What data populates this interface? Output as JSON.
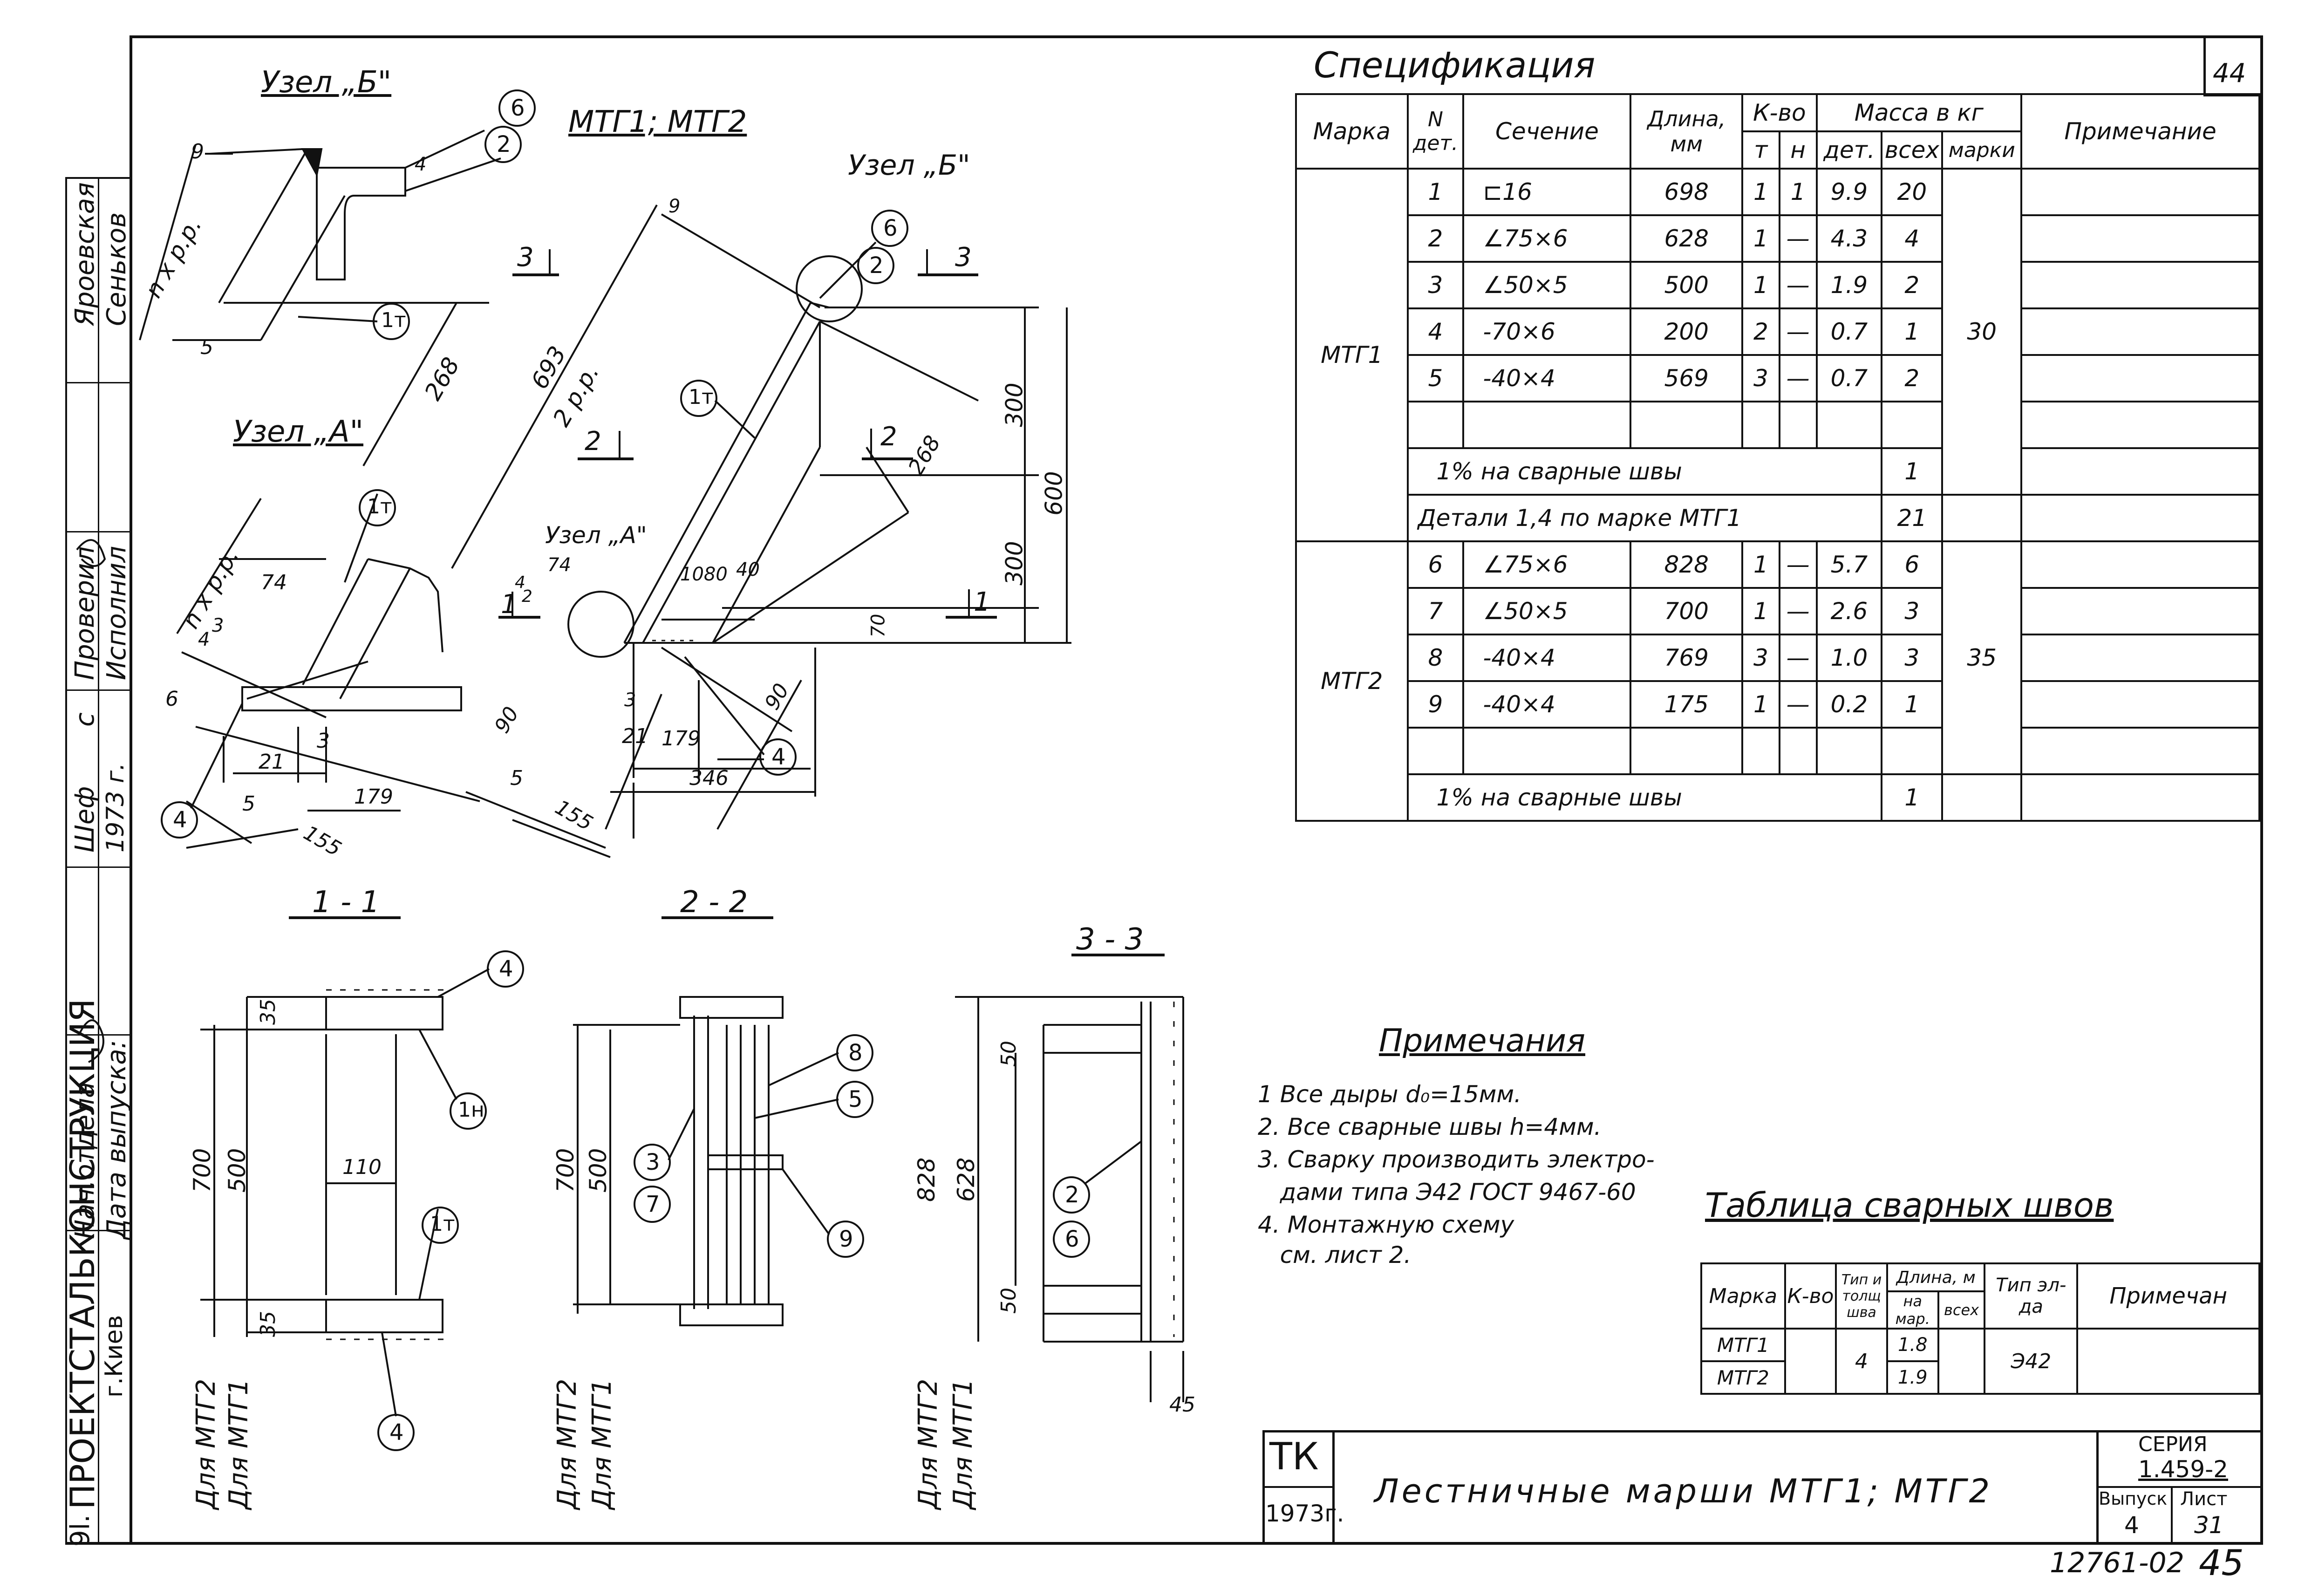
{
  "sheet": {
    "page_number": "44",
    "stamp_number": "12761-02",
    "stamp_page": "45"
  },
  "drawing": {
    "main_title": "МТГ1; МТГ2",
    "node_b_title": "Узел „Б\"",
    "node_a_title": "Узел „А\"",
    "node_b_label_main": "Узел „Б\"",
    "node_a_label_main": "Узел „А\"",
    "section_1_1": "1 - 1",
    "section_2_2": "2 - 2",
    "section_3_3": "3 - 3",
    "markers": [
      "1",
      "2",
      "3"
    ],
    "callouts": [
      "6",
      "2",
      "1т",
      "4",
      "1н",
      "8",
      "5",
      "3",
      "7",
      "9"
    ],
    "dims_node_b": [
      "9",
      "n x p.p.",
      "5",
      "268",
      "4"
    ],
    "dims_node_a": [
      "n x p.p.",
      "74",
      "4",
      "3",
      "6",
      "21",
      "3",
      "179",
      "5",
      "155",
      "90"
    ],
    "dims_main": [
      "9",
      "693",
      "2 p.p.",
      "300",
      "300",
      "600",
      "268",
      "70",
      "1080",
      "40",
      "74",
      "4",
      "2",
      "21",
      "179",
      "346",
      "90",
      "5",
      "155",
      "3"
    ],
    "dims_sec1": [
      "35",
      "700",
      "500",
      "110",
      "35"
    ],
    "dims_sec2": [
      "700",
      "500"
    ],
    "dims_sec3": [
      "50",
      "828",
      "628",
      "50",
      "45"
    ],
    "for_labels": [
      "Для МТГ2",
      "Для МТГ1",
      "Для МТГ2",
      "Для МТГ1",
      "Для МТГ2",
      "Для МТГ1"
    ]
  },
  "spec": {
    "title": "Спецификация",
    "headers": {
      "mark": "Марка",
      "n_det": "N дет.",
      "section": "Сечение",
      "length": "Длина, мм",
      "qty": "К-во",
      "qty_t": "т",
      "qty_n": "н",
      "mass": "Масса в кг",
      "mass_det": "дет.",
      "mass_all": "всех",
      "mass_mark": "марки",
      "note": "Примечание"
    },
    "mtg1": {
      "mark": "МТГ1",
      "rows": [
        {
          "n": "1",
          "sec": "⊏16",
          "len": "698",
          "t": "1",
          "h": "1",
          "det": "9.9",
          "all": "20"
        },
        {
          "n": "2",
          "sec": "∠75×6",
          "len": "628",
          "t": "1",
          "h": "—",
          "det": "4.3",
          "all": "4"
        },
        {
          "n": "3",
          "sec": "∠50×5",
          "len": "500",
          "t": "1",
          "h": "—",
          "det": "1.9",
          "all": "2"
        },
        {
          "n": "4",
          "sec": "-70×6",
          "len": "200",
          "t": "2",
          "h": "—",
          "det": "0.7",
          "all": "1"
        },
        {
          "n": "5",
          "sec": "-40×4",
          "len": "569",
          "t": "3",
          "h": "—",
          "det": "0.7",
          "all": "2"
        }
      ],
      "mass_mark": "30",
      "welds_text": "1% на сварные швы",
      "welds_value": "1"
    },
    "mtg2": {
      "mark": "МТГ2",
      "details_text": "Детали 1,4 по марке МТГ1",
      "details_value": "21",
      "rows": [
        {
          "n": "6",
          "sec": "∠75×6",
          "len": "828",
          "t": "1",
          "h": "—",
          "det": "5.7",
          "all": "6"
        },
        {
          "n": "7",
          "sec": "∠50×5",
          "len": "700",
          "t": "1",
          "h": "—",
          "det": "2.6",
          "all": "3"
        },
        {
          "n": "8",
          "sec": "-40×4",
          "len": "769",
          "t": "3",
          "h": "—",
          "det": "1.0",
          "all": "3"
        },
        {
          "n": "9",
          "sec": "-40×4",
          "len": "175",
          "t": "1",
          "h": "—",
          "det": "0.2",
          "all": "1"
        }
      ],
      "mass_mark": "35",
      "welds_text": "1% на сварные швы",
      "welds_value": "1"
    }
  },
  "notes": {
    "title": "Примечания",
    "items": [
      "1 Все дыры d₀=15мм.",
      "2. Все сварные швы h=4мм.",
      "3. Сварку производить электро-",
      "   дами типа Э42 ГОСТ 9467-60",
      "4. Монтажную схему",
      "   см. лист 2."
    ]
  },
  "welds_table": {
    "title": "Таблица сварных швов",
    "headers": {
      "mark": "Марка",
      "qty": "К-во",
      "type": "Тип и толщ шва",
      "length": "Длина, м",
      "len_one": "на мар.",
      "len_all": "всех",
      "el_type": "Тип эл-да",
      "note": "Примечан"
    },
    "marks": [
      "МТГ1",
      "МТГ2"
    ],
    "lengths": [
      "1.8",
      "1.9"
    ],
    "weld_size": "4",
    "electrode": "Э42"
  },
  "title_block": {
    "tk": "ТК",
    "year": "1973г.",
    "title": "Лестничные марши МТГ1; МТГ2",
    "series_label": "СЕРИЯ",
    "series_value": "1.459-2",
    "issue_label": "Выпуск",
    "issue_value": "4",
    "sheet_label": "Лист",
    "sheet_value": "31"
  },
  "side_block": {
    "org": "ПРОЕКТСТАЛЬКОНСТРУКЦИЯ",
    "city": "г.Киев",
    "dept_head": "Нач.отдела",
    "release_date": "Дата выпуска:",
    "year": "1973 г.",
    "checked": "Проверил",
    "executed": "Исполнил",
    "name1": "Яроевская",
    "name2": "Сеньков",
    "sheu": "Шеф",
    "letter_c": "с",
    "mark_9l": "9l."
  }
}
